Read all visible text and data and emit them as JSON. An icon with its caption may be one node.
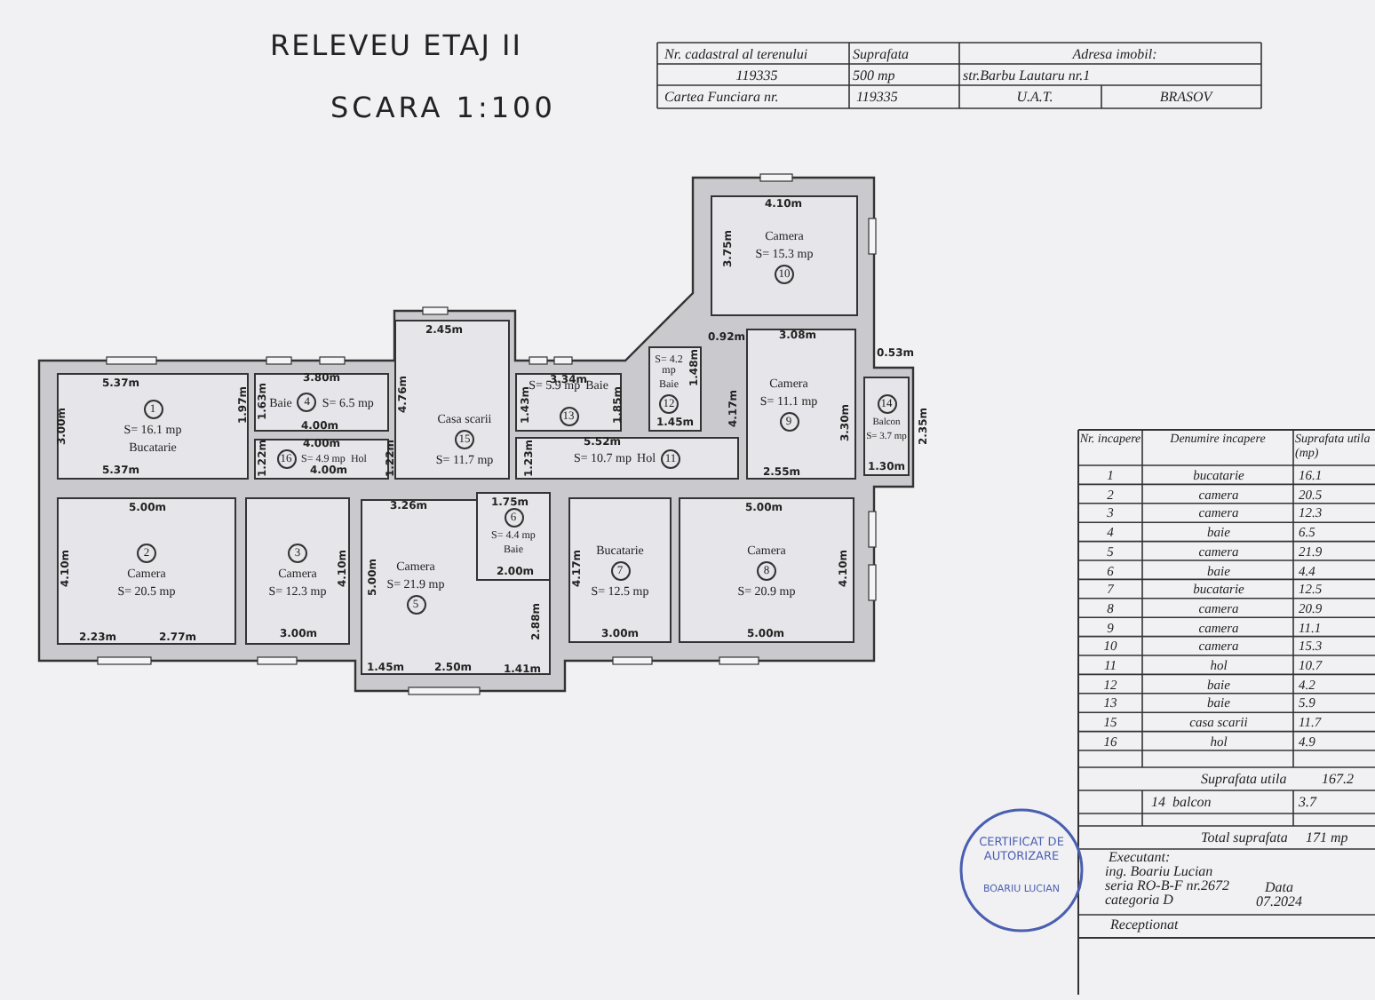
{
  "diagram": {
    "title": "RELEVEU ETAJ II",
    "nodes": [
      {
        "text": [
          "Camera",
          "S= 15.3 mp",
          "10"
        ]
      },
      {
        "text": [
          "Casa scarii",
          "15",
          "S= 11.7 mp"
        ]
      },
      {
        "text": [
          "S= 4.2 mp",
          "Baie",
          "12"
        ]
      },
      {
        "text": [
          "Camera",
          "S= 11.1 mp",
          "9"
        ]
      },
      {
        "text": [
          "1",
          "S= 16.1 mp",
          "Bucatarie"
        ]
      },
      {
        "text": [
          "Baie",
          "4",
          "S= 6.5 mp"
        ]
      },
      {
        "text": [
          "S= 5.9 mp",
          "Baie",
          "13"
        ]
      },
      {
        "text": [
          "14",
          "Balcon",
          "S= 3.7 mp"
        ]
      },
      {
        "text": [
          "16",
          "S= 4.9 mp",
          "Hol"
        ]
      },
      {
        "text": [
          "S= 10.7 mp",
          "Hol",
          "11"
        ]
      },
      {
        "text": [
          "2",
          "Camera",
          "S= 20.5 mp"
        ]
      },
      {
        "text": [
          "3",
          "Camera",
          "S= 12.3 mp"
        ]
      },
      {
        "text": [
          "Camera",
          "S= 21.9 mp",
          "5"
        ]
      },
      {
        "text": [
          "6",
          "S= 4.4 mp",
          "Baie"
        ]
      },
      {
        "text": [
          "Bucatarie",
          "7",
          "S= 12.5 mp"
        ]
      },
      {
        "text": [
          "Camera",
          "8",
          "S= 20.9 mp"
        ]
      }
    ],
    "edges": [],
    "labels": [
      "SCARA 1:100",
      "Nr. cadastral al terenului",
      "Suprafata",
      "Adresa imobil:",
      "119335",
      "500 mp",
      "str.Barbu Lautaru nr.1",
      "Cartea Funciara nr.",
      "119335",
      "U.A.T.",
      "BRASOV",
      "4.10m",
      "3.75m",
      "2.45m",
      "0.92m",
      "3.08m",
      "0.53m",
      "5.37m",
      "3.80m",
      "3.34m",
      "1.97m",
      "3.00m",
      "1.63m",
      "4.76m",
      "1.43m",
      "1.85m",
      "1.48m",
      "4.17m",
      "3.30m",
      "2.35m",
      "4.00m",
      "1.45m",
      "4.00m",
      "5.52m",
      "1.22m",
      "1.22m",
      "1.23m",
      "5.37m",
      "4.00m",
      "2.55m",
      "1.30m",
      "5.00m",
      "3.26m",
      "1.75m",
      "5.00m",
      "4.10m",
      "4.10m",
      "5.00m",
      "4.17m",
      "4.10m",
      "2.00m",
      "2.88m",
      "2.23m",
      "2.77m",
      "3.00m",
      "3.00m",
      "5.00m",
      "1.45m",
      "2.50m",
      "1.41m",
      "Nr. incapere",
      "Denumire incapere",
      "Suprafata utila (mp)",
      "1",
      "bucatarie",
      "16.1",
      "2",
      "camera",
      "20.5",
      "3",
      "camera",
      "12.3",
      "4",
      "baie",
      "6.5",
      "5",
      "camera",
      "21.9",
      "6",
      "baie",
      "4.4",
      "7",
      "bucatarie",
      "12.5",
      "8",
      "camera",
      "20.9",
      "9",
      "camera",
      "11.1",
      "10",
      "camera",
      "15.3",
      "11",
      "hol",
      "10.7",
      "12",
      "baie",
      "4.2",
      "13",
      "baie",
      "5.9",
      "15",
      "casa scarii",
      "11.7",
      "16",
      "hol",
      "4.9",
      "Suprafata utila",
      "167.2",
      "14",
      "balcon",
      "3.7",
      "Total suprafata",
      "171 mp",
      "Executant:",
      "ing. Boariu Lucian",
      "seria RO-B-F nr.2672",
      "categoria D",
      "Data",
      "07.2024",
      "Receptionat",
      "CERTIFICAT DE AUTORIZARE",
      "BOARIU LUCIAN"
    ]
  }
}
